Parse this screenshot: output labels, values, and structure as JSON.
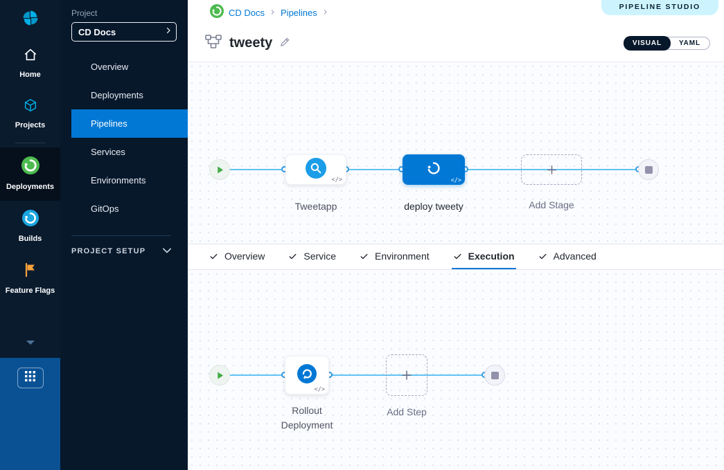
{
  "left_rail": {
    "items": [
      {
        "label": "Home",
        "active": false
      },
      {
        "label": "Projects",
        "active": false
      },
      {
        "label": "Deployments",
        "active": true
      },
      {
        "label": "Builds",
        "active": false
      },
      {
        "label": "Feature Flags",
        "active": false
      }
    ]
  },
  "project_nav": {
    "section_label": "Project",
    "project_name": "CD Docs",
    "items": [
      {
        "label": "Overview",
        "active": false
      },
      {
        "label": "Deployments",
        "active": false
      },
      {
        "label": "Pipelines",
        "active": true
      },
      {
        "label": "Services",
        "active": false
      },
      {
        "label": "Environments",
        "active": false
      },
      {
        "label": "GitOps",
        "active": false
      }
    ],
    "setup_label": "PROJECT SETUP"
  },
  "header": {
    "breadcrumb": {
      "items": [
        "CD Docs",
        "Pipelines"
      ]
    },
    "studio_badge": "PIPELINE STUDIO",
    "pipeline_name": "tweety",
    "view_toggle": {
      "visual": "VISUAL",
      "yaml": "YAML",
      "selected": "VISUAL"
    }
  },
  "stage_pipeline": {
    "stages": [
      {
        "label": "Tweetapp",
        "selected": false
      },
      {
        "label": "deploy tweety",
        "selected": true
      }
    ],
    "add_stage_label": "Add Stage",
    "code_glyph": "</>"
  },
  "tabs": {
    "items": [
      {
        "label": "Overview",
        "active": false
      },
      {
        "label": "Service",
        "active": false
      },
      {
        "label": "Environment",
        "active": false
      },
      {
        "label": "Execution",
        "active": true
      },
      {
        "label": "Advanced",
        "active": false
      }
    ]
  },
  "step_pipeline": {
    "steps": [
      {
        "label": "Rollout Deployment"
      }
    ],
    "add_step_label": "Add Step",
    "code_glyph": "</>"
  },
  "colors": {
    "accent_blue": "#0278d5",
    "harness_green": "#4dba4f",
    "builds_blue": "#1aa6df",
    "flags_orange": "#f6a13b",
    "connector_blue": "#62c3f2",
    "sidebar_dark": "#07182b",
    "rail_dark": "#0a1b2e",
    "rail_bottom_blue": "#0a5194",
    "badge_blue": "#cdf4fe",
    "canvas_bg": "#fafcff"
  }
}
